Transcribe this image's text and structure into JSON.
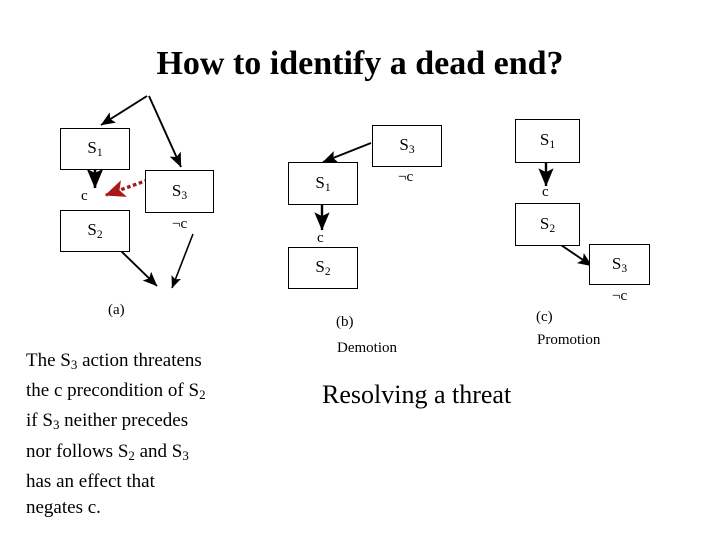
{
  "slide": {
    "title": "How to identify a dead end?",
    "background_color": "#ffffff",
    "ink_color": "#000000",
    "threat_arrow_color": "#a81a1a"
  },
  "panels": [
    {
      "letter": "(a)",
      "name": "",
      "boxes": [
        {
          "label": "S",
          "sub": "1"
        },
        {
          "label": "S",
          "sub": "2"
        },
        {
          "label": "S",
          "sub": "3"
        }
      ],
      "labels": [
        {
          "text": "c"
        },
        {
          "text": "¬",
          "text2": "c"
        }
      ]
    },
    {
      "letter": "(b)",
      "name": "Demotion",
      "boxes": [
        {
          "label": "S",
          "sub": "3"
        },
        {
          "label": "S",
          "sub": "1"
        },
        {
          "label": "S",
          "sub": "2"
        }
      ],
      "labels": [
        {
          "text": "¬",
          "text2": "c"
        },
        {
          "text": "c"
        }
      ]
    },
    {
      "letter": "(c)",
      "name": "Promotion",
      "boxes": [
        {
          "label": "S",
          "sub": "1"
        },
        {
          "label": "S",
          "sub": "2"
        },
        {
          "label": "S",
          "sub": "3"
        }
      ],
      "labels": [
        {
          "text": "c"
        },
        {
          "text": "¬",
          "text2": "c"
        }
      ]
    }
  ],
  "panel_a": {
    "box_s1": "S",
    "box_s1_sub": "1",
    "box_s2": "S",
    "box_s2_sub": "2",
    "box_s3": "S",
    "box_s3_sub": "3",
    "link_c": "c",
    "effect_not_c": "¬c",
    "caption_letter": "(a)"
  },
  "panel_b": {
    "box_s3": "S",
    "box_s3_sub": "3",
    "box_s1": "S",
    "box_s1_sub": "1",
    "box_s2": "S",
    "box_s2_sub": "2",
    "link_c": "c",
    "effect_not_c": "¬c",
    "caption_letter": "(b)",
    "caption_name": "Demotion"
  },
  "panel_c": {
    "box_s1": "S",
    "box_s1_sub": "1",
    "box_s2": "S",
    "box_s2_sub": "2",
    "box_s3": "S",
    "box_s3_sub": "3",
    "link_c": "c",
    "effect_not_c": "¬c",
    "caption_letter": "(c)",
    "caption_name": "Promotion"
  },
  "body": {
    "threat_text_lines": [
      "The S3 action threatens",
      "the c precondition of S2",
      "if S3 neither precedes",
      "nor follows S2 and S3",
      "has an effect that",
      "negates c."
    ],
    "resolving_heading": "Resolving a threat"
  }
}
